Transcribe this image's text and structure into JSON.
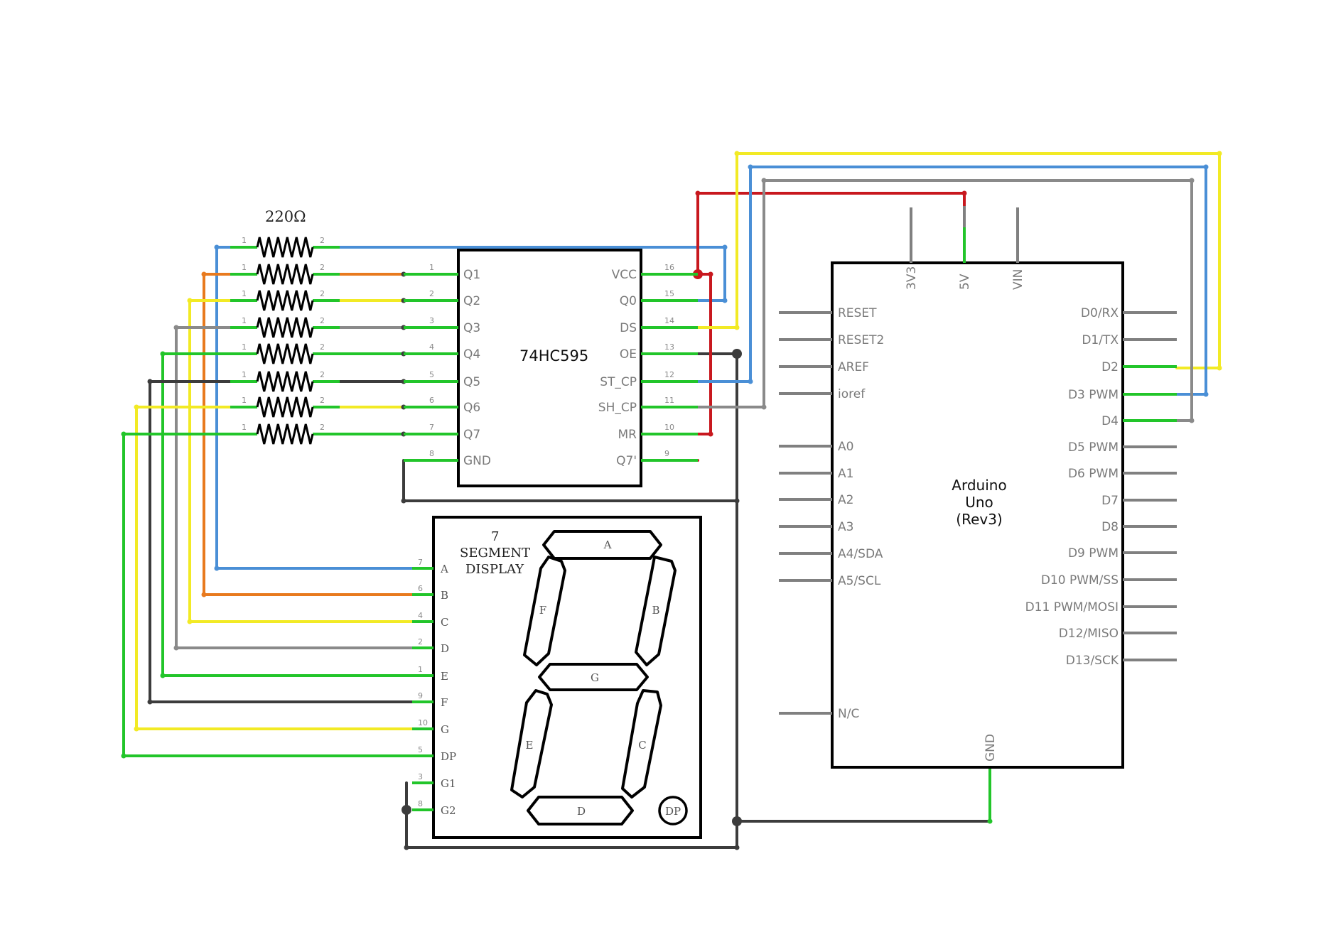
{
  "resistor": {
    "value_label": "220Ω",
    "pin1": "1",
    "pin2": "2"
  },
  "shift_register": {
    "name": "74HC595",
    "left_pins": [
      {
        "num": "1",
        "label": "Q1"
      },
      {
        "num": "2",
        "label": "Q2"
      },
      {
        "num": "3",
        "label": "Q3"
      },
      {
        "num": "4",
        "label": "Q4"
      },
      {
        "num": "5",
        "label": "Q5"
      },
      {
        "num": "6",
        "label": "Q6"
      },
      {
        "num": "7",
        "label": "Q7"
      },
      {
        "num": "8",
        "label": "GND"
      }
    ],
    "right_pins": [
      {
        "num": "16",
        "label": "VCC"
      },
      {
        "num": "15",
        "label": "Q0"
      },
      {
        "num": "14",
        "label": "DS"
      },
      {
        "num": "13",
        "label": "OE"
      },
      {
        "num": "12",
        "label": "ST_CP"
      },
      {
        "num": "11",
        "label": "SH_CP"
      },
      {
        "num": "10",
        "label": "MR"
      },
      {
        "num": "9",
        "label": "Q7'"
      }
    ]
  },
  "display": {
    "title_lines": [
      "7",
      "SEGMENT",
      "DISPLAY"
    ],
    "pins": [
      {
        "num": "7",
        "label": "A"
      },
      {
        "num": "6",
        "label": "B"
      },
      {
        "num": "4",
        "label": "C"
      },
      {
        "num": "2",
        "label": "D"
      },
      {
        "num": "1",
        "label": "E"
      },
      {
        "num": "9",
        "label": "F"
      },
      {
        "num": "10",
        "label": "G"
      },
      {
        "num": "5",
        "label": "DP"
      },
      {
        "num": "3",
        "label": "G1"
      },
      {
        "num": "8",
        "label": "G2"
      }
    ],
    "segments": [
      "A",
      "B",
      "C",
      "D",
      "E",
      "F",
      "G",
      "DP"
    ]
  },
  "arduino": {
    "name_lines": [
      "Arduino",
      "Uno",
      "(Rev3)"
    ],
    "top_pins": [
      "3V3",
      "5V",
      "VIN"
    ],
    "left_pins": [
      "RESET",
      "RESET2",
      "AREF",
      "ioref",
      "A0",
      "A1",
      "A2",
      "A3",
      "A4/SDA",
      "A5/SCL",
      "N/C"
    ],
    "right_pins": [
      "D0/RX",
      "D1/TX",
      "D2",
      "D3 PWM",
      "D4",
      "D5 PWM",
      "D6 PWM",
      "D7",
      "D8",
      "D9 PWM",
      "D10 PWM/SS",
      "D11 PWM/MOSI",
      "D12/MISO",
      "D13/SCK"
    ],
    "bottom_pin": "GND"
  },
  "wire_colors": {
    "blue": "#4a8fd6",
    "orange": "#e87a1e",
    "yellow": "#f2ea25",
    "gray": "#8a8a8a",
    "green": "#22c52a",
    "dark": "#3c3c3c",
    "red": "#c8181e"
  }
}
